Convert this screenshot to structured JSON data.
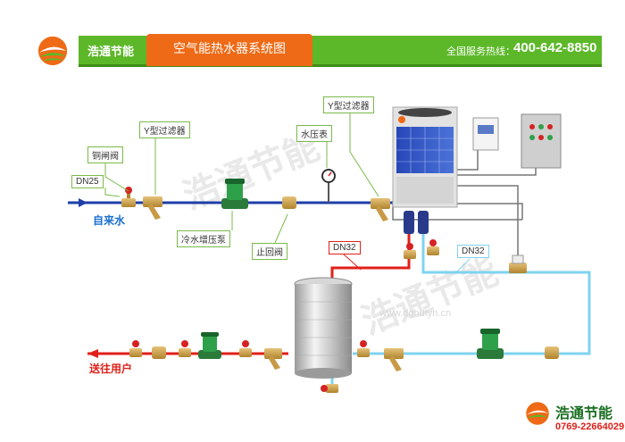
{
  "header": {
    "brand": "浩通节能",
    "title": "空气能热水器系统图",
    "hotline_label": "全国服务热线：",
    "hotline_number": "400-642-8850"
  },
  "labels": {
    "dn25": "DN25",
    "copper_valve": "铜闸阀",
    "y_filter_1": "Y型过滤器",
    "tap_water": "自来水",
    "booster_pump": "冷水增压泵",
    "check_valve": "止回阀",
    "pressure_gauge": "水压表",
    "y_filter_2": "Y型过滤器",
    "dn32_left": "DN32",
    "dn32_right": "DN32",
    "to_user": "送往用户"
  },
  "watermark": {
    "text": "浩通节能",
    "url": "www.dghdtyn.cn"
  },
  "footer": {
    "brand": "浩通节能",
    "phone": "0769-22664029"
  },
  "colors": {
    "green": "#5cb828",
    "orange": "#ef6a16",
    "hot_pipe": "#e0201a",
    "cold_pipe": "#7fd3ef",
    "feed_pipe": "#1f3fa8"
  }
}
